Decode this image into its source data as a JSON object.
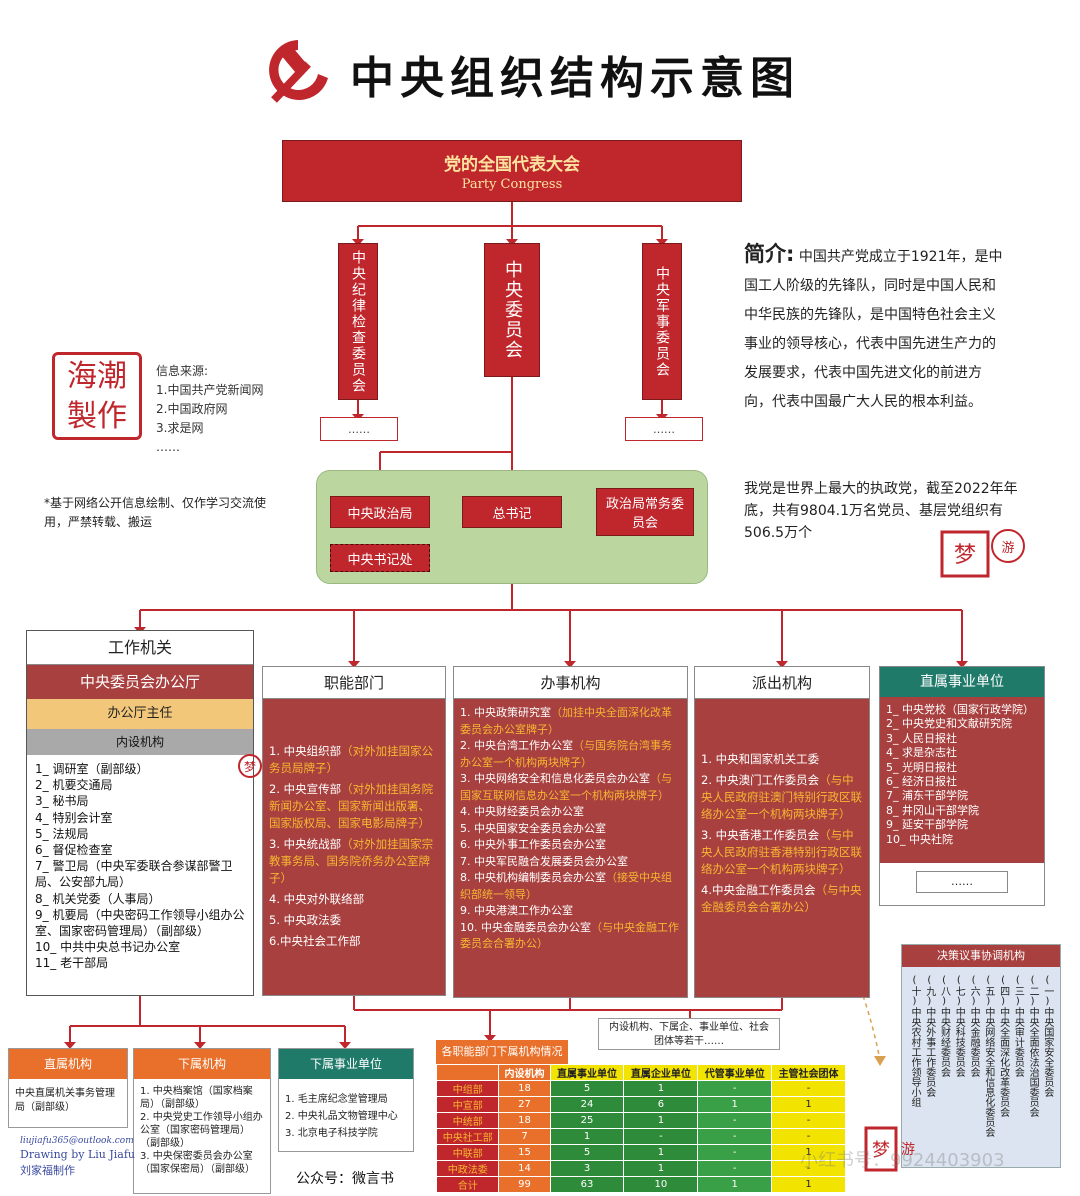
{
  "title": "中央组织结构示意图",
  "congress": {
    "cn": "党的全国代表大会",
    "en": "Party Congress"
  },
  "committees": {
    "discipline": "中央纪律检查委员会",
    "central": "中央委员会",
    "military": "中央军事委员会",
    "ellipsis": "……"
  },
  "politburo": {
    "bureau": "中央政治局",
    "secretary": "总书记",
    "standing": "政治局常务委员会",
    "secretariat": "中央书记处"
  },
  "intro": {
    "heading": "简介:",
    "text": "中国共产党成立于1921年，是中国工人阶级的先锋队，同时是中国人民和中华民族的先锋队，是中国特色社会主义事业的领导核心，代表中国先进生产力的发展要求，代表中国先进文化的前进方向，代表中国最广大人民的根本利益。",
    "text2": "我党是世界上最大的执政党，截至2022年年底，共有9804.1万名党员、基层党组织有506.5万个"
  },
  "seal": {
    "chars": "海潮製作"
  },
  "sources": {
    "label": "信息来源:",
    "items": [
      "1.中国共产党新闻网",
      "2.中国政府网",
      "3.求是网",
      "……"
    ]
  },
  "disclaimer": "*基于网络公开信息绘制、仅作学习交流使用，严禁转载、搬运",
  "work_org": {
    "head": "工作机关",
    "office": "中央委员会办公厅",
    "director": "办公厅主任",
    "internal": "内设机构",
    "items": [
      "1_ 调研室（副部级）",
      "2_ 机要交通局",
      "3_ 秘书局",
      "4_ 特别会计室",
      "5_ 法规局",
      "6_ 督促检查室",
      "7_ 警卫局（中央军委联合参谋部警卫局、公安部九局）",
      "8_ 机关党委（人事局）",
      "9_ 机要局（中央密码工作领导小组办公室、国家密码管理局）（副部级）",
      "10_ 中共中央总书记办公室",
      "11_ 老干部局"
    ]
  },
  "functional": {
    "head": "职能部门",
    "items": [
      {
        "t": "1. 中央组织部",
        "o": "（对外加挂国家公务员局牌子）"
      },
      {
        "t": "2. 中央宣传部",
        "o": "（对外加挂国务院新闻办公室、国家新闻出版署、国家版权局、国家电影局牌子）"
      },
      {
        "t": "3. 中央统战部",
        "o": "（对外加挂国家宗教事务局、国务院侨务办公室牌子）"
      },
      {
        "t": "4. 中央对外联络部",
        "o": ""
      },
      {
        "t": "5. 中央政法委",
        "o": ""
      },
      {
        "t": "6.中央社会工作部",
        "o": ""
      }
    ]
  },
  "offices": {
    "head": "办事机构",
    "items": [
      {
        "t": "1. 中央政策研究室",
        "o": "（加挂中央全面深化改革委员会办公室牌子）"
      },
      {
        "t": "2. 中央台湾工作办公室",
        "o": "（与国务院台湾事务办公室一个机构两块牌子）"
      },
      {
        "t": "3. 中央网络安全和信息化委员会办公室",
        "o": "（与国家互联网信息办公室一个机构两块牌子）"
      },
      {
        "t": "4. 中央财经委员会办公室",
        "o": ""
      },
      {
        "t": "5. 中央国家安全委员会办公室",
        "o": ""
      },
      {
        "t": "6. 中央外事工作委员会办公室",
        "o": ""
      },
      {
        "t": "7. 中央军民融合发展委员会办公室",
        "o": ""
      },
      {
        "t": "8. 中央机构编制委员会办公室",
        "o": "（接受中央组织部统一领导）"
      },
      {
        "t": "9. 中央港澳工作办公室",
        "o": ""
      },
      {
        "t": "10. 中央金融委员会办公室",
        "o": "（与中央金融工作委员会合署办公）"
      }
    ]
  },
  "dispatched": {
    "head": "派出机构",
    "items": [
      {
        "t": "1. 中央和国家机关工委",
        "o": ""
      },
      {
        "t": "2. 中央澳门工作委员会",
        "o": "（与中央人民政府驻澳门特别行政区联络办公室一个机构两块牌子）"
      },
      {
        "t": "3. 中央香港工作委员会",
        "o": "（与中央人民政府驻香港特别行政区联络办公室一个机构两块牌子）"
      },
      {
        "t": "4.中央金融工作委员会",
        "o": "（与中央金融委员会合署办公）"
      }
    ]
  },
  "public_units": {
    "head": "直属事业单位",
    "items": [
      "1_ 中央党校（国家行政学院）",
      "2_ 中央党史和文献研究院",
      "3_ 人民日报社",
      "4_ 求是杂志社",
      "5_ 光明日报社",
      "6_ 经济日报社",
      "7_ 浦东干部学院",
      "8_ 井冈山干部学院",
      "9_ 延安干部学院",
      "10_ 中央社院"
    ],
    "ellipsis": "……"
  },
  "coord": {
    "head": "决策议事协调机构",
    "items": [
      "中央国家安全委员会",
      "中央全面依法治国委员会",
      "中央审计委员会",
      "中央全面深化改革委员会",
      "中央网络安全和信息化委员会",
      "中央金融委员会",
      "中央科技委员会",
      "中央财经委员会",
      "中央外事工作委员会",
      "中央农村工作领导小组"
    ],
    "nums": [
      "一",
      "二",
      "三",
      "四",
      "五",
      "六",
      "七",
      "八",
      "九",
      "十"
    ]
  },
  "bottom": {
    "direct_org": {
      "head": "直属机构",
      "body": "中央直属机关事务管理局（副部级）"
    },
    "sub_org": {
      "head": "下属机构",
      "items": [
        "1. 中央档案馆（国家档案局）（副部级）",
        "2. 中央党史工作领导小组办公室（国家密码管理局）（副部级）",
        "3. 中央保密委员会办公室（国家保密局）（副部级）"
      ]
    },
    "sub_units": {
      "head": "下属事业单位",
      "items": [
        "1. 毛主席纪念堂管理局",
        "2. 中央礼品文物管理中心",
        "3. 北京电子科技学院"
      ]
    },
    "internal_note": "内设机构、下属企、事业单位、社会团体等若干……",
    "public_account": "公众号：微言书",
    "credit_email": "liujiafu365@outlook.com",
    "credit_en": "Drawing by Liu Jiafu",
    "credit_cn": "刘家福制作"
  },
  "stats": {
    "title": "各职能部门下属机构情况",
    "headers": [
      "",
      "内设机构",
      "直属事业单位",
      "直属企业单位",
      "代管事业单位",
      "主管社会团体"
    ],
    "rows": [
      [
        "中组部",
        "18",
        "5",
        "1",
        "-",
        "-"
      ],
      [
        "中宣部",
        "27",
        "24",
        "6",
        "1",
        "1"
      ],
      [
        "中统部",
        "18",
        "25",
        "1",
        "-",
        "-"
      ],
      [
        "中央社工部",
        "7",
        "1",
        "-",
        "-",
        "-"
      ],
      [
        "中联部",
        "15",
        "5",
        "1",
        "-",
        "1"
      ],
      [
        "中政法委",
        "14",
        "3",
        "1",
        "-",
        "-"
      ],
      [
        "合计",
        "99",
        "63",
        "10",
        "1",
        "1"
      ]
    ]
  },
  "watermark": "小红书号：9924403903",
  "colors": {
    "red": "#c0272d",
    "dark_red": "#a8403f",
    "orange": "#f6b731",
    "green": "#bcd6a0",
    "teal": "#1f7a6a"
  }
}
